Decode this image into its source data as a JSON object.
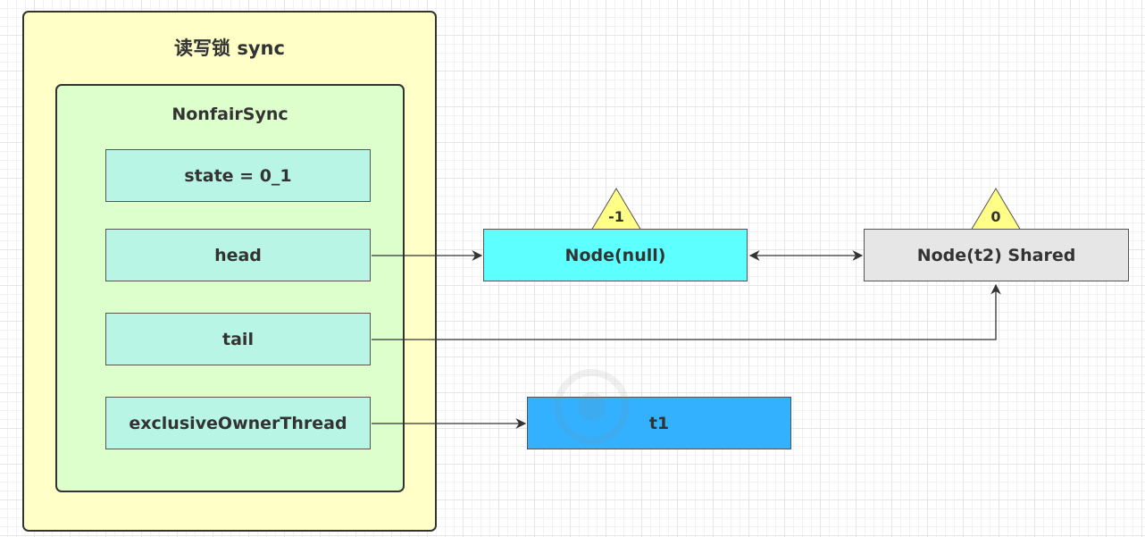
{
  "outer": {
    "title": "读写锁 sync"
  },
  "inner": {
    "title": "NonfairSync"
  },
  "fields": {
    "state": "state = 0_1",
    "head": "head",
    "tail": "tail",
    "owner": "exclusiveOwnerThread"
  },
  "nodes": {
    "null_node": {
      "label": "Node(null)",
      "wait_status": "-1",
      "color": "#5effff"
    },
    "t2_node": {
      "label": "Node(t2) Shared",
      "wait_status": "0",
      "color": "#e6e6e6"
    }
  },
  "thread": {
    "label": "t1",
    "color": "#33b1ff"
  },
  "colors": {
    "outer_fill": "#ffffc8",
    "inner_fill": "#ddffcc",
    "field_fill": "#b8f5e4",
    "triangle_fill": "#ffff88"
  }
}
